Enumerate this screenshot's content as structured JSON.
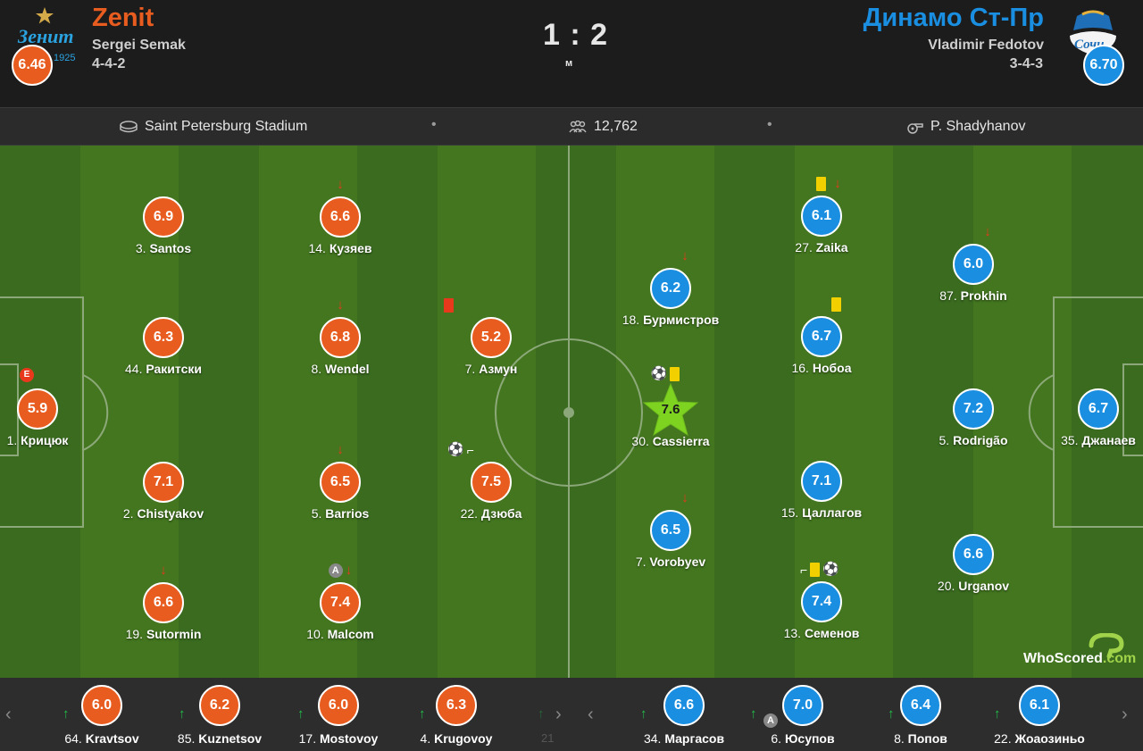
{
  "header": {
    "home": {
      "name": "Zenit",
      "coach": "Sergei Semak",
      "formation": "4-4-2",
      "rating": "6.46",
      "color": "#e85d1f",
      "logo_year": "1925"
    },
    "away": {
      "name": "Динамо Ст-Пр",
      "coach": "Vladimir Fedotov",
      "formation": "3-4-3",
      "rating": "6.70",
      "color": "#1a8ee0"
    },
    "score": "1 : 2",
    "status": "м"
  },
  "info": {
    "venue": "Saint Petersburg Stadium",
    "attendance": "12,762",
    "referee": "P. Shadyhanov"
  },
  "home_players": [
    {
      "num": "1.",
      "name": "Крицюк",
      "rating": "5.9",
      "events": [
        "E"
      ]
    },
    {
      "num": "3.",
      "name": "Santos",
      "rating": "6.9",
      "events": []
    },
    {
      "num": "44.",
      "name": "Ракитски",
      "rating": "6.3",
      "events": []
    },
    {
      "num": "2.",
      "name": "Chistyakov",
      "rating": "7.1",
      "events": []
    },
    {
      "num": "19.",
      "name": "Sutormin",
      "rating": "6.6",
      "events": [
        "subbed-off"
      ]
    },
    {
      "num": "14.",
      "name": "Кузяев",
      "rating": "6.6",
      "events": [
        "subbed-off"
      ]
    },
    {
      "num": "8.",
      "name": "Wendel",
      "rating": "6.8",
      "events": [
        "subbed-off"
      ]
    },
    {
      "num": "5.",
      "name": "Barrios",
      "rating": "6.5",
      "events": [
        "subbed-off"
      ]
    },
    {
      "num": "10.",
      "name": "Malcom",
      "rating": "7.4",
      "events": [
        "captain",
        "subbed-off"
      ]
    },
    {
      "num": "7.",
      "name": "Азмун",
      "rating": "5.2",
      "events": [
        "red-card"
      ]
    },
    {
      "num": "22.",
      "name": "Дзюба",
      "rating": "7.5",
      "events": [
        "goal",
        "assist"
      ]
    }
  ],
  "away_players": [
    {
      "num": "35.",
      "name": "Джанаев",
      "rating": "6.7",
      "events": []
    },
    {
      "num": "87.",
      "name": "Prokhin",
      "rating": "6.0",
      "events": [
        "subbed-off"
      ]
    },
    {
      "num": "5.",
      "name": "Rodrigão",
      "rating": "7.2",
      "events": []
    },
    {
      "num": "20.",
      "name": "Urganov",
      "rating": "6.6",
      "events": []
    },
    {
      "num": "27.",
      "name": "Zaika",
      "rating": "6.1",
      "events": [
        "yellow-card",
        "subbed-off"
      ]
    },
    {
      "num": "16.",
      "name": "Нобоа",
      "rating": "6.7",
      "events": [
        "yellow-card"
      ]
    },
    {
      "num": "15.",
      "name": "Цаллагов",
      "rating": "7.1",
      "events": []
    },
    {
      "num": "13.",
      "name": "Семенов",
      "rating": "7.4",
      "events": [
        "assist",
        "yellow-card",
        "goal"
      ]
    },
    {
      "num": "18.",
      "name": "Бурмистров",
      "rating": "6.2",
      "events": [
        "subbed-off"
      ]
    },
    {
      "num": "30.",
      "name": "Cassierra",
      "rating": "7.6",
      "events": [
        "goal",
        "yellow-card"
      ],
      "man_of_match": true
    },
    {
      "num": "7.",
      "name": "Vorobyev",
      "rating": "6.5",
      "events": [
        "subbed-off"
      ]
    }
  ],
  "home_subs": [
    {
      "num": "64.",
      "name": "Kravtsov",
      "rating": "6.0"
    },
    {
      "num": "85.",
      "name": "Kuznetsov",
      "rating": "6.2"
    },
    {
      "num": "17.",
      "name": "Mostovoy",
      "rating": "6.0"
    },
    {
      "num": "4.",
      "name": "Krugovoy",
      "rating": "6.3"
    }
  ],
  "away_subs": [
    {
      "num": "34.",
      "name": "Маргасов",
      "rating": "6.6"
    },
    {
      "num": "6.",
      "name": "Юсупов",
      "rating": "7.0",
      "captain": true
    },
    {
      "num": "8.",
      "name": "Попов",
      "rating": "6.4"
    },
    {
      "num": "22.",
      "name": "Жоаозиньо",
      "rating": "6.1"
    }
  ],
  "subs_faded": {
    "home_next": "21"
  },
  "icons": {
    "ball": "⚽",
    "down": "↓",
    "up": "↑",
    "prev": "‹",
    "next": "›"
  },
  "watermark": {
    "part1": "Who",
    "part2": "Scored",
    "part3": ".com"
  }
}
